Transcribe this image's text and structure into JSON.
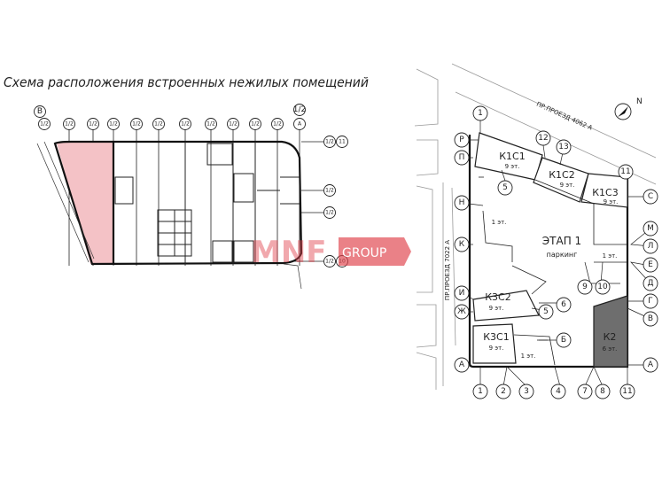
{
  "title": "Схема расположения встроенных нежилых помещений",
  "floorplan": {
    "top_axes": [
      "В",
      "1/2",
      "1/2",
      "1/2",
      "1/2",
      "1/2",
      "1/2",
      "1/2",
      "1/2",
      "1/2",
      "1/2",
      "1/2",
      "1/2",
      "А",
      "1/2"
    ],
    "right_axes": [
      "1/2",
      "11",
      "1/2",
      "1/2",
      "1/2",
      "10"
    ],
    "highlight_color": "#f4c2c6"
  },
  "watermark": {
    "left": "MNF",
    "right": "GROUP",
    "color": "#e0464f"
  },
  "siteplan": {
    "road_top": "ПР.ПРОЕЗД 4062 А",
    "road_left": "ПР.ПРОЕЗД 7022 А",
    "compass": "N",
    "buildings": {
      "k1c1": {
        "name": "К1С1",
        "floors": "9 эт."
      },
      "k1c2": {
        "name": "К1С2",
        "floors": "9 эт."
      },
      "k1c3": {
        "name": "К1С3",
        "floors": "9 эт."
      },
      "k3c2": {
        "name": "К3С2",
        "floors": "9 эт."
      },
      "k3c1": {
        "name": "К3С1",
        "floors": "9 эт."
      },
      "k2": {
        "name": "К2",
        "floors": "6 эт."
      }
    },
    "stage": {
      "name": "ЭТАП 1",
      "sub": "паркинг"
    },
    "one_floor_label": "1 эт.",
    "k2_color": "#6e6e6e",
    "bubbles": {
      "b1": "1",
      "b12": "12",
      "b13": "13",
      "bR": "Р",
      "bP": "П",
      "b11": "11",
      "bC": "С",
      "b5": "5",
      "bN": "Н",
      "bK": "К",
      "bM": "М",
      "bL": "Л",
      "bE": "Е",
      "bD": "Д",
      "b9": "9",
      "b10": "10",
      "bG": "Г",
      "bV": "В",
      "bI": "И",
      "bZh": "Ж",
      "b6": "6",
      "b5b": "5",
      "bB": "Б",
      "bA1": "А",
      "bA2": "А",
      "x1": "1",
      "x2": "2",
      "x3": "3",
      "x4": "4",
      "x7": "7",
      "x8": "8",
      "x11": "11"
    }
  }
}
